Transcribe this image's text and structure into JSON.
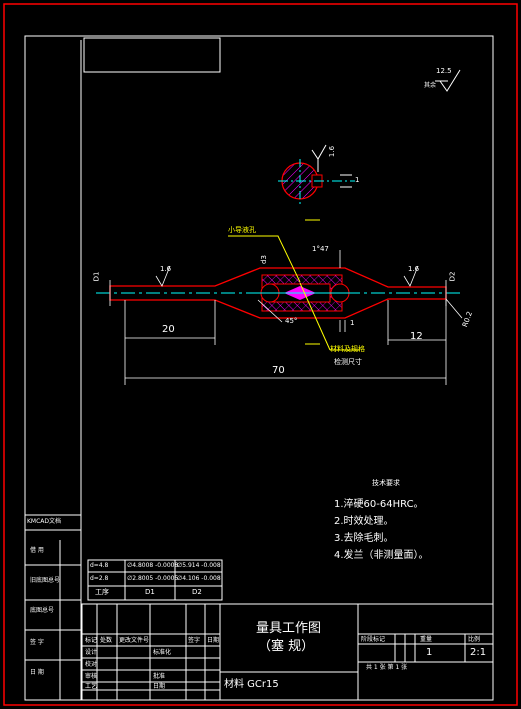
{
  "colors": {
    "background": "#000000",
    "frame_outer": "#ff0000",
    "frame_inner": "#ffffff",
    "part_outline": "#ff0000",
    "centerline": "#00ffff",
    "dimension": "#ffffff",
    "hatch": "#ff00ff",
    "leader": "#ffff00"
  },
  "roughness_note": {
    "value": "12.5",
    "label": "其余"
  },
  "section_view": {
    "roughness": "1.6",
    "dimension": "1"
  },
  "part_annotations": {
    "small_taper_hole": "小导液孔",
    "taper_dim": "1°47",
    "diameter_d3": "d3",
    "angle": "45°",
    "roughness_left": "1.6",
    "roughness_right": "1.6",
    "d1_label": "D1",
    "d2_label": "D2",
    "radius": "R0.2",
    "dim_20": "20",
    "dim_12": "12",
    "dim_70": "70",
    "dim_1": "1",
    "inspect_label_1": "材料及规格",
    "inspect_label_2": "检测尺寸"
  },
  "tech_requirements": {
    "title": "技术要求",
    "items": [
      "1.淬硬60-64HRC。",
      "2.时效处理。",
      "3.去除毛刺。",
      "4.发兰（非测量面）。"
    ]
  },
  "sidebar": {
    "stamp": "KMCAD文档",
    "rows": [
      "借  用",
      "旧底图总号",
      "底图总号",
      "签  字",
      "日  期"
    ]
  },
  "param_table": {
    "rows": [
      [
        "d=4.8",
        "∅4.8008 -0.0008",
        "∅5.914 -0.008"
      ],
      [
        "d=2.8",
        "∅2.8005 -0.0005",
        "∅4.106 -0.008"
      ]
    ],
    "footer": [
      "工序",
      "D1",
      "D2"
    ]
  },
  "title_block": {
    "title_main": "量具工作图",
    "title_sub": "（塞  规）",
    "material": "材料 GCr15",
    "scale_label": "比例",
    "scale": "2:1",
    "quantity": "1",
    "col_headers": [
      "阶段标记",
      "重量",
      "比例"
    ],
    "sheet_row": "共  1  张    第  1  张",
    "left_rows": [
      "标记",
      "设计",
      "校对",
      "审核",
      "工艺"
    ],
    "standard_label": "标准化",
    "approve_label": "批准",
    "change_cols": [
      "处数",
      "更改文件号",
      "签字",
      "日期"
    ],
    "date_label": "日期"
  }
}
